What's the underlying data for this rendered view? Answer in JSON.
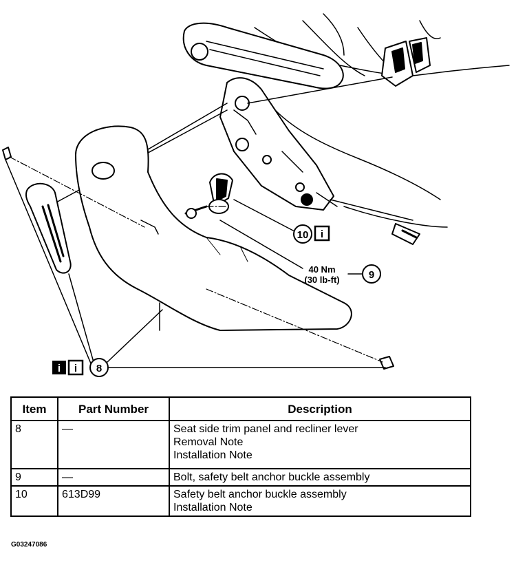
{
  "diagram": {
    "callouts": [
      {
        "number": "10",
        "note_icon": "i"
      },
      {
        "number": "9",
        "torque_metric": "40 Nm",
        "torque_imperial": "(30 lb-ft)"
      },
      {
        "number": "8",
        "note_icons": [
          "i",
          "i"
        ]
      }
    ]
  },
  "table": {
    "headers": {
      "item": "Item",
      "part_number": "Part Number",
      "description": "Description"
    },
    "rows": [
      {
        "item": "8",
        "part_number": "—",
        "description": [
          "Seat side trim panel and recliner lever",
          "Removal Note",
          "Installation Note"
        ]
      },
      {
        "item": "9",
        "part_number": "—",
        "description": [
          "Bolt, safety belt anchor buckle assembly"
        ]
      },
      {
        "item": "10",
        "part_number": "613D99",
        "description": [
          "Safety belt anchor buckle assembly",
          "Installation Note"
        ]
      }
    ]
  },
  "figure_id": "G03247086"
}
